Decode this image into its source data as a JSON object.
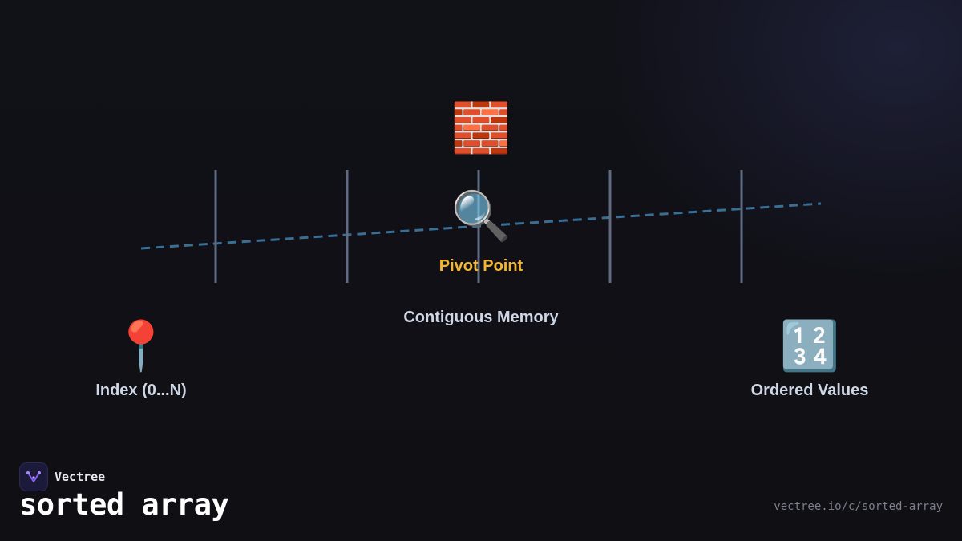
{
  "diagram": {
    "center": {
      "icon": "🧱",
      "icon_name": "brick-wall-icon",
      "label": "Contiguous Memory"
    },
    "pivot": {
      "icon": "🔍",
      "icon_name": "magnifying-glass-icon",
      "label": "Pivot Point",
      "color": "#f5b731"
    },
    "left_node": {
      "icon": "📍",
      "icon_name": "pin-icon",
      "label": "Index (0...N)"
    },
    "right_node": {
      "icon": "🔢",
      "icon_name": "numbers-icon",
      "label": "Ordered Values"
    },
    "colors": {
      "dividers": "#5e6b80",
      "dashed_line": "#3a6f95",
      "label": "#cfd6e6"
    }
  },
  "brand": {
    "name": "Vectree",
    "logo_color": "#8b5cf6"
  },
  "page": {
    "title": "sorted array",
    "url": "vectree.io/c/sorted-array"
  }
}
